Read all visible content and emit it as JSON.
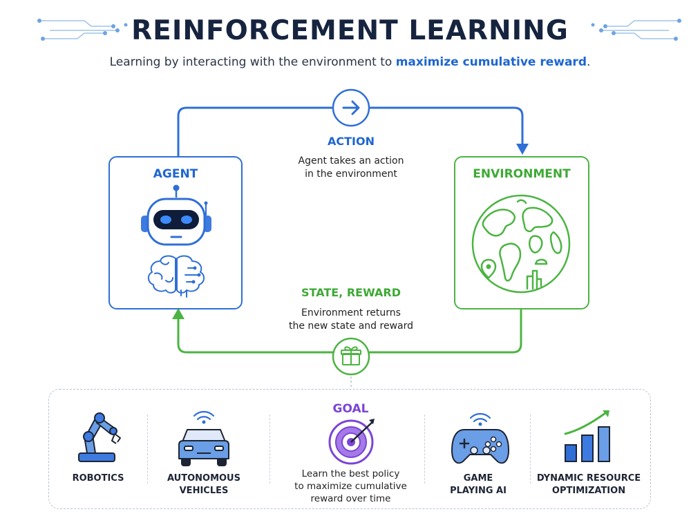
{
  "header": {
    "title": "REINFORCEMENT LEARNING",
    "subtitle_prefix": "Learning by interacting with the environment to ",
    "subtitle_highlight": "maximize cumulative reward",
    "subtitle_suffix": "."
  },
  "agent": {
    "label": "AGENT"
  },
  "environment": {
    "label": "ENVIRONMENT"
  },
  "action": {
    "label": "ACTION",
    "description_line1": "Agent takes an action",
    "description_line2": "in the environment"
  },
  "feedback": {
    "label": "STATE, REWARD",
    "description_line1": "Environment returns",
    "description_line2": "the new state and reward"
  },
  "goal": {
    "label": "GOAL",
    "description_line1": "Learn the best policy",
    "description_line2": "to maximize cumulative",
    "description_line3": "reward over time"
  },
  "applications": {
    "robotics": {
      "line1": "ROBOTICS"
    },
    "vehicles": {
      "line1": "AUTONOMOUS",
      "line2": "VEHICLES"
    },
    "gaming": {
      "line1": "GAME",
      "line2": "PLAYING AI"
    },
    "resources": {
      "line1": "DYNAMIC RESOURCE",
      "line2": "OPTIMIZATION"
    }
  },
  "colors": {
    "agent_blue": "#2f6fd6",
    "environment_green": "#4bb441",
    "goal_purple": "#7b45d6",
    "title_navy": "#16243f"
  },
  "icons": [
    "arrow-right-icon",
    "robot-icon",
    "brain-icon",
    "globe-icon",
    "gift-icon",
    "robotic-arm-icon",
    "car-icon",
    "target-icon",
    "gamepad-icon",
    "bar-chart-icon",
    "wifi-icon"
  ]
}
